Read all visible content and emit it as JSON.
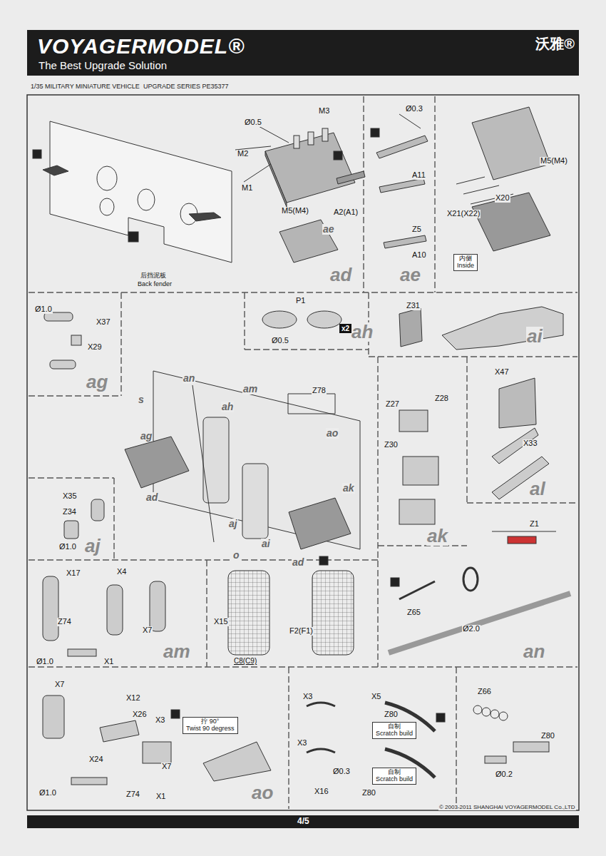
{
  "diagram": {
    "title": "1/35 MILITARY MINIATURE VEHICLE  UPGRADE SERIES PE35377",
    "nodes": [
      {
        "text": [
          "VOYAGERMODEL®",
          "The Best Upgrade Solution",
          "沃雅®"
        ]
      },
      {
        "text": [
          "内侧",
          "Inside"
        ]
      },
      {
        "text": [
          "x2"
        ]
      },
      {
        "text": [
          "拧 90°",
          "Twist 90 degress"
        ]
      },
      {
        "text": [
          "自制",
          "Scratch build"
        ]
      },
      {
        "text": [
          "自制",
          "Scratch build"
        ]
      },
      {
        "text": [
          "4/5"
        ]
      }
    ],
    "labels": [
      "Ø0.5",
      "M3",
      "M2",
      "M1",
      "M5(M4)",
      "A2(A1)",
      "ae",
      "ad",
      "后挡泥板",
      "Back fender",
      "Ø0.3",
      "A11",
      "Z5",
      "A10",
      "ae",
      "M5(M4)",
      "X20",
      "X21(X22)",
      "Ø1.0",
      "X37",
      "X29",
      "ag",
      "P1",
      "Ø0.5",
      "ah",
      "Z31",
      "ai",
      "an",
      "s",
      "ah",
      "am",
      "Z78",
      "ag",
      "ao",
      "ak",
      "ad",
      "aj",
      "o",
      "ai",
      "ad",
      "Z28",
      "Z27",
      "Z30",
      "ak",
      "X47",
      "X33",
      "al",
      "X35",
      "Z34",
      "Ø1.0",
      "aj",
      "X17",
      "X4",
      "Z74",
      "X7",
      "X1",
      "Ø1.0",
      "am",
      "X15",
      "F2(F1)",
      "C8(C9)",
      "Z1",
      "Z65",
      "Ø2.0",
      "an",
      "X7",
      "X12",
      "X26",
      "X24",
      "X3",
      "X7",
      "Z74",
      "Ø1.0",
      "X1",
      "ao",
      "X3",
      "X5",
      "Z80",
      "X3",
      "Ø0.3",
      "X16",
      "Z80",
      "Z66",
      "Z80",
      "Ø0.2",
      "© 2003-2011 SHANGHAI VOYAGERMODEL Co.,LTD"
    ]
  }
}
